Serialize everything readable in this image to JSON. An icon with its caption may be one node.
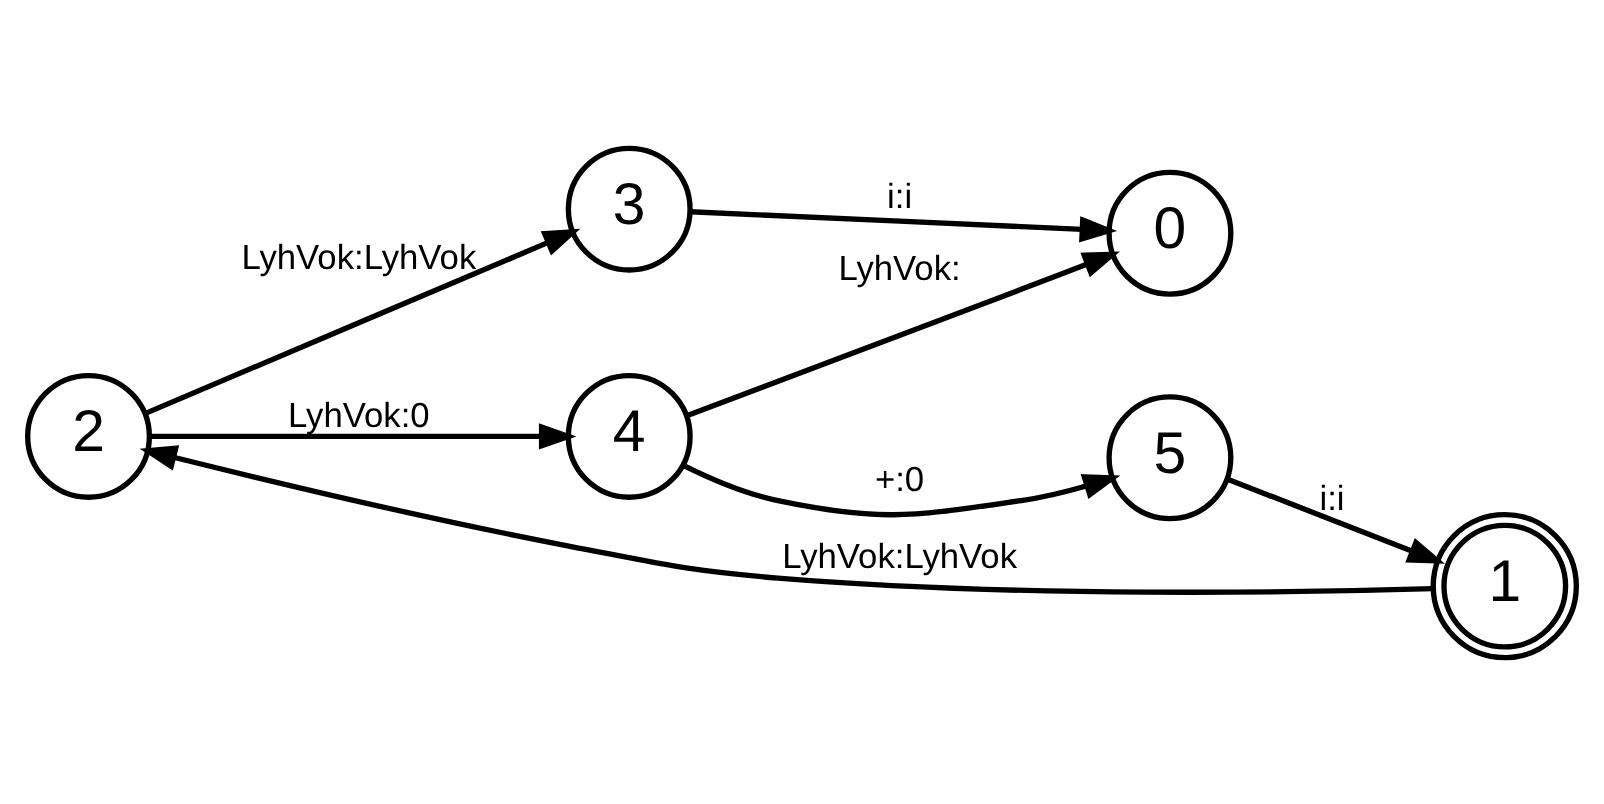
{
  "diagram": {
    "nodes": [
      {
        "text": [
          "2"
        ]
      },
      {
        "text": [
          "3"
        ]
      },
      {
        "text": [
          "1"
        ]
      },
      {
        "text": [
          "4"
        ]
      },
      {
        "text": [
          "0"
        ]
      },
      {
        "text": [
          "5"
        ]
      }
    ],
    "edges": [
      {
        "from": 2,
        "to": 0,
        "arrow": "to",
        "label": "LyhVok:LyhVok"
      },
      {
        "from": 0,
        "to": 1,
        "arrow": "to",
        "label": "LyhVok:LyhVok"
      },
      {
        "from": 0,
        "to": 3,
        "arrow": "to",
        "label": "LyhVok:0"
      },
      {
        "from": 1,
        "to": 4,
        "arrow": "to",
        "label": "i:i"
      },
      {
        "from": 5,
        "to": 2,
        "arrow": "to",
        "label": "i:i"
      },
      {
        "from": 3,
        "to": 4,
        "arrow": "to",
        "label": "LyhVok:"
      },
      {
        "from": 3,
        "to": 5,
        "arrow": "to",
        "label": "+:0"
      }
    ]
  }
}
